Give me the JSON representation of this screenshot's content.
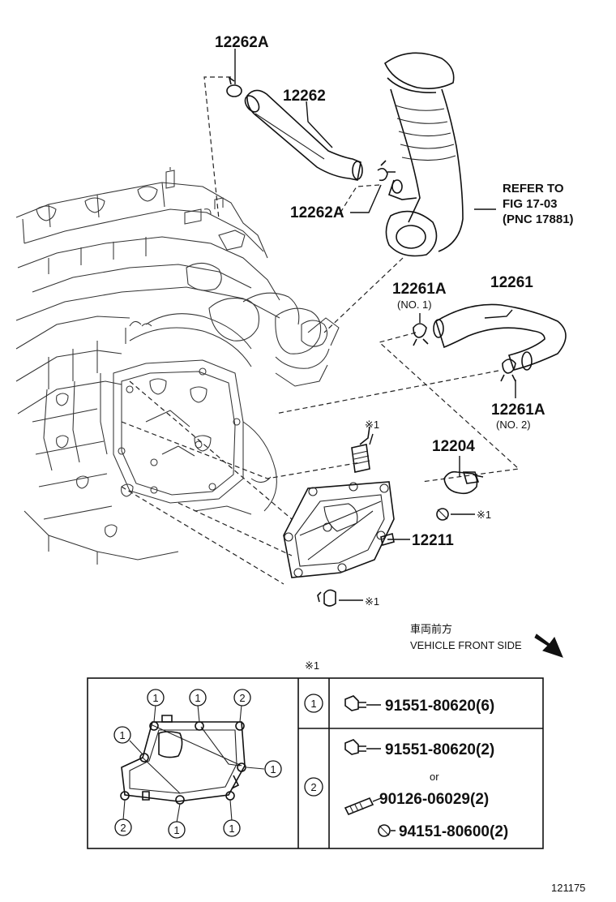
{
  "callouts": {
    "hose_clamp_upper": "12262A",
    "hose": "12262",
    "hose_clamp_lower": "12262A",
    "refer_line1": "REFER TO",
    "refer_line2": "FIG 17-03",
    "refer_line3": "(PNC 17881)",
    "hose_no2_clamp": "12261A",
    "hose_no2_clamp_note": "(NO. 1)",
    "hose_no2": "12261",
    "hose_no2_clamp_b": "12261A",
    "hose_no2_clamp_b_note": "(NO. 2)",
    "valve": "12204",
    "cover": "12211",
    "mark_stud": "※1",
    "mark_nut": "※1",
    "mark_bolt": "※1"
  },
  "direction": {
    "japanese": "車両前方",
    "english": "VEHICLE FRONT SIDE"
  },
  "table": {
    "mark": "※1",
    "row1_key": "1",
    "row1_part": "91551-80620(6)",
    "row2_key": "2",
    "row2_part_a": "91551-80620(2)",
    "row2_or": "or",
    "row2_part_b": "90126-06029(2)",
    "row2_part_c": "94151-80600(2)",
    "bolt_positions": [
      "1",
      "1",
      "2",
      "1",
      "1",
      "2",
      "1",
      "1"
    ]
  },
  "figure_id": "121175"
}
